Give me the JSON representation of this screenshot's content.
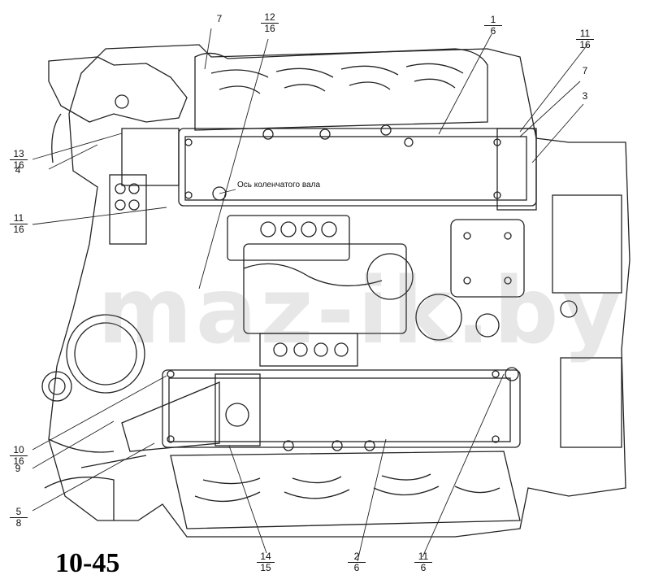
{
  "figure_number": "10-45",
  "axis_note": "Ось коленчатого вала",
  "watermark": "maz-ik.by",
  "labels": {
    "l1": {
      "num": "1",
      "den": "6"
    },
    "l2": {
      "num": "2",
      "den": "6"
    },
    "l3": {
      "num": "3"
    },
    "l4": {
      "num": "4"
    },
    "l5": {
      "num": "5",
      "den": "8"
    },
    "l7a": {
      "num": "7"
    },
    "l7b": {
      "num": "7"
    },
    "l9": {
      "num": "9"
    },
    "l10": {
      "num": "10",
      "den": "16"
    },
    "l11a": {
      "num": "11",
      "den": "16"
    },
    "l11b": {
      "num": "11",
      "den": "16"
    },
    "l11c": {
      "num": "11",
      "den": "6"
    },
    "l12": {
      "num": "12",
      "den": "16"
    },
    "l13": {
      "num": "13",
      "den": "16"
    },
    "l14": {
      "num": "14",
      "den": "15"
    }
  }
}
